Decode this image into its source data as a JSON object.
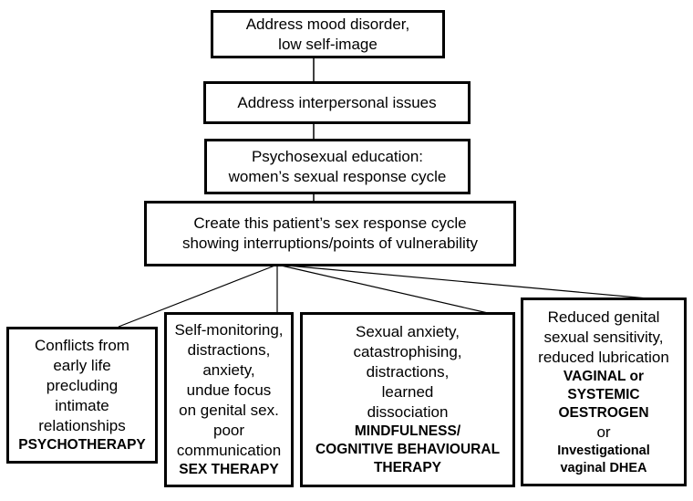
{
  "flow": {
    "step1": {
      "line1": "Address mood disorder,",
      "line2": "low self-image"
    },
    "step2": {
      "line1": "Address interpersonal issues"
    },
    "step3": {
      "line1": "Psychosexual education:",
      "line2": "women’s sexual response cycle"
    },
    "step4": {
      "line1": "Create this patient’s sex response cycle",
      "line2": "showing interruptions/points of vulnerability"
    }
  },
  "branches": {
    "conflicts": {
      "lines": [
        "Conflicts from",
        "early life",
        "precluding",
        "intimate",
        "relationships"
      ],
      "treatment": "PSYCHOTHERAPY"
    },
    "monitoring": {
      "lines": [
        "Self-monitoring,",
        "distractions,",
        "anxiety,",
        "undue focus",
        "on genital sex.",
        "poor",
        "communication"
      ],
      "treatment": "SEX THERAPY"
    },
    "anxiety": {
      "lines": [
        "Sexual anxiety,",
        "catastrophising,",
        "distractions,",
        "learned",
        "dissociation"
      ],
      "treatment_lines": [
        "MINDFULNESS/",
        "COGNITIVE BEHAVIOURAL",
        "THERAPY"
      ]
    },
    "sensitivity": {
      "lines": [
        "Reduced genital",
        "sexual sensitivity,",
        "reduced lubrication"
      ],
      "treatment_lines": [
        "VAGINAL or",
        "SYSTEMIC",
        "OESTROGEN"
      ],
      "or_text": "or",
      "alt_treatment_lines": [
        "Investigational",
        "vaginal DHEA"
      ]
    }
  }
}
